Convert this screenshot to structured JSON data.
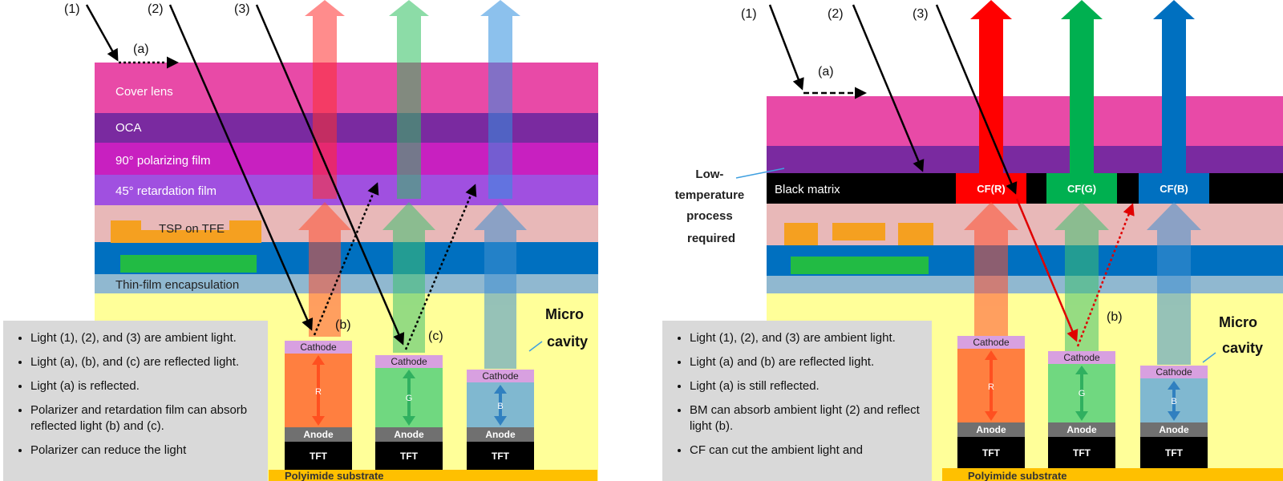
{
  "left_panel": {
    "light_labels": [
      "(1)",
      "(2)",
      "(3)"
    ],
    "reflect_labels": [
      "(a)",
      "(b)",
      "(c)"
    ],
    "layers": {
      "cover_lens": "Cover lens",
      "oca": "OCA",
      "polarizing_film": "90° polarizing film",
      "retardation_film": "45° retardation film",
      "tsp": "TSP on TFE",
      "tfe": "Thin-film encapsulation"
    },
    "micro_cavity": [
      "Micro",
      "cavity"
    ],
    "pixels": [
      {
        "cathode": "Cathode",
        "color_letter": "R",
        "anode": "Anode",
        "tft": "TFT"
      },
      {
        "cathode": "Cathode",
        "color_letter": "G",
        "anode": "Anode",
        "tft": "TFT"
      },
      {
        "cathode": "Cathode",
        "color_letter": "B",
        "anode": "Anode",
        "tft": "TFT"
      }
    ],
    "substrate": "Polyimide substrate",
    "notes": [
      "Light (1), (2), and (3) are ambient light.",
      "Light (a), (b), and (c) are reflected light.",
      "Light (a) is reflected.",
      "Polarizer and retardation film can absorb reflected light (b) and (c).",
      "Polarizer can reduce the light"
    ]
  },
  "right_panel": {
    "light_labels": [
      "(1)",
      "(2)",
      "(3)"
    ],
    "reflect_labels": [
      "(a)",
      "(b)"
    ],
    "black_matrix": "Black matrix",
    "color_filters": [
      "CF(R)",
      "CF(G)",
      "CF(B)"
    ],
    "side_note": [
      "Low-",
      "temperature",
      "process",
      "required"
    ],
    "micro_cavity": [
      "Micro",
      "cavity"
    ],
    "pixels": [
      {
        "cathode": "Cathode",
        "color_letter": "R",
        "anode": "Anode",
        "tft": "TFT"
      },
      {
        "cathode": "Cathode",
        "color_letter": "G",
        "anode": "Anode",
        "tft": "TFT"
      },
      {
        "cathode": "Cathode",
        "color_letter": "B",
        "anode": "Anode",
        "tft": "TFT"
      }
    ],
    "substrate": "Polyimide substrate",
    "notes": [
      "Light (1), (2), and (3) are ambient light.",
      "Light (a) and (b) are reflected light.",
      "Light (a) is still reflected.",
      "BM can absorb ambient light (2) and reflect light (b).",
      "CF can cut the ambient light and"
    ]
  },
  "colors": {
    "cover_lens": "#e84aa7",
    "oca": "#7a2aa0",
    "polarizer": "#c820c0",
    "retarder": "#a050e0",
    "tsp_band": "#e8b8b8",
    "blue_layer": "#0070c0",
    "tfe": "#90b8d0",
    "micro_cavity_bg": "#ffff99",
    "substrate": "#ffc000",
    "red": "#ff0000",
    "green": "#00b050",
    "blue": "#0070c0"
  }
}
